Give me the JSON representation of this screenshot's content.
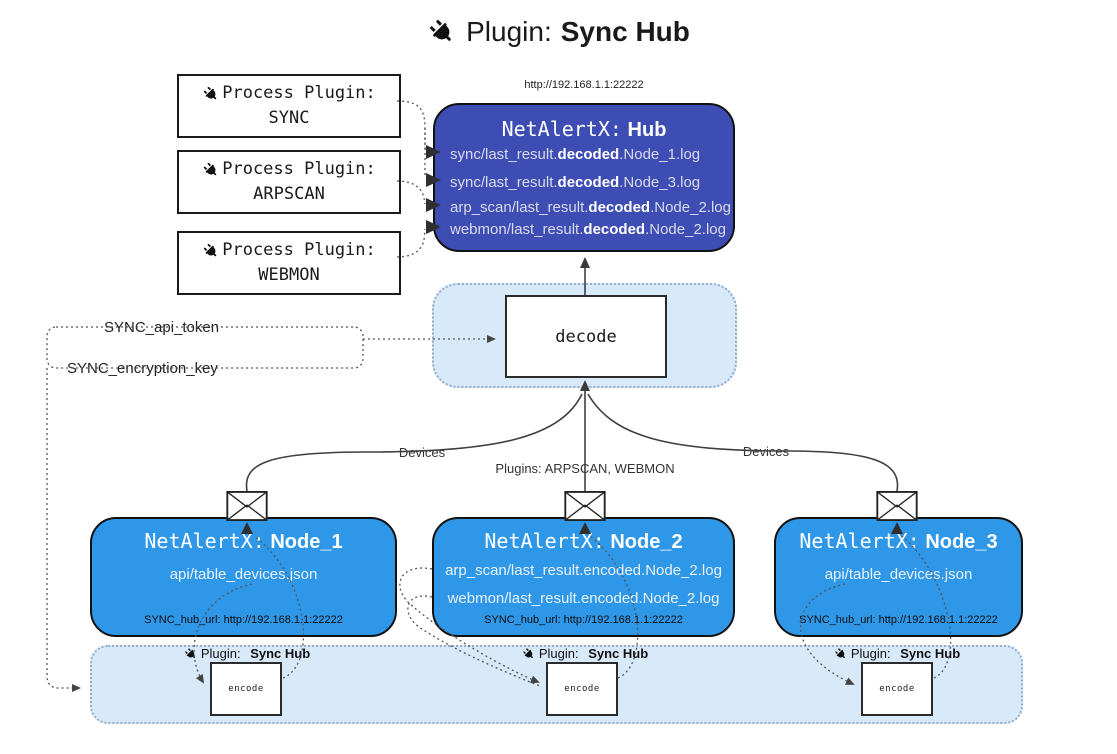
{
  "title": {
    "icon": "plug-icon",
    "prefix": "Plugin:",
    "name": "Sync Hub"
  },
  "process_plugins": [
    {
      "icon": "plug-icon",
      "label": "Process Plugin:",
      "name": "SYNC"
    },
    {
      "icon": "plug-icon",
      "label": "Process Plugin:",
      "name": "ARPSCAN"
    },
    {
      "icon": "plug-icon",
      "label": "Process Plugin:",
      "name": "WEBMON"
    }
  ],
  "hub": {
    "url": "http://192.168.1.1:22222",
    "title_prefix": "NetAlertX:",
    "title_name": "Hub",
    "files": [
      {
        "pre": "sync/last_result.",
        "bold": "decoded",
        "post": ".Node_1.log"
      },
      {
        "pre": "sync/last_result.",
        "bold": "decoded",
        "post": ".Node_3.log"
      },
      {
        "pre": "arp_scan/last_result.",
        "bold": "decoded",
        "post": ".Node_2.log"
      },
      {
        "pre": "webmon/last_result.",
        "bold": "decoded",
        "post": ".Node_2.log"
      }
    ]
  },
  "decode_box": {
    "label": "decode"
  },
  "settings": {
    "api_token": "SYNC_api_token",
    "encryption_key": "SYNC_encryption_key"
  },
  "edge_labels": {
    "devices_left": "Devices",
    "plugins_center": "Plugins: ARPSCAN, WEBMON",
    "devices_right": "Devices"
  },
  "nodes": [
    {
      "title_prefix": "NetAlertX:",
      "title_name": "Node_1",
      "files": [
        "api/table_devices.json"
      ],
      "hub_url": "SYNC_hub_url: http://192.168.1.1:22222"
    },
    {
      "title_prefix": "NetAlertX:",
      "title_name": "Node_2",
      "files": [
        "arp_scan/last_result.encoded.Node_2.log",
        "webmon/last_result.encoded.Node_2.log"
      ],
      "hub_url": "SYNC_hub_url: http://192.168.1.1:22222"
    },
    {
      "title_prefix": "NetAlertX:",
      "title_name": "Node_3",
      "files": [
        "api/table_devices.json"
      ],
      "hub_url": "SYNC_hub_url: http://192.168.1.1:22222"
    }
  ],
  "encoders": [
    {
      "icon": "plug-icon",
      "plugin_prefix": "Plugin:",
      "plugin_name": "Sync Hub",
      "box_label": "encode"
    },
    {
      "icon": "plug-icon",
      "plugin_prefix": "Plugin:",
      "plugin_name": "Sync Hub",
      "box_label": "encode"
    },
    {
      "icon": "plug-icon",
      "plugin_prefix": "Plugin:",
      "plugin_name": "Sync Hub",
      "box_label": "encode"
    }
  ],
  "colors": {
    "hub_bg": "#3d4db4",
    "node_bg": "#2f97e8",
    "band_bg": "#d8e9fa",
    "band_border": "#93accb",
    "line": "#3f3f3f"
  }
}
